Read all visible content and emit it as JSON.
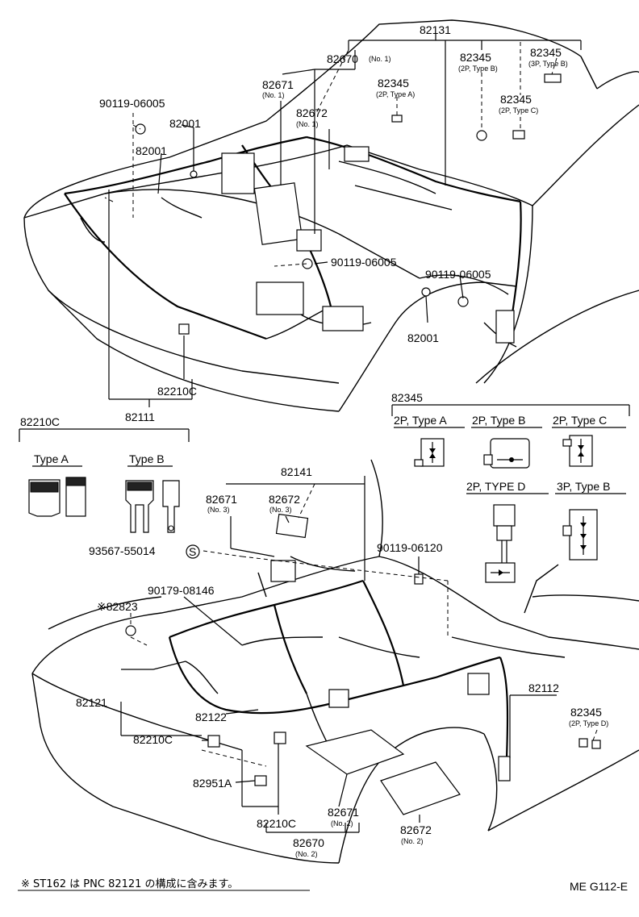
{
  "labels": {
    "p82131": "82131",
    "p82670_1": "82670",
    "p82670_1_sub": "(No. 1)",
    "p82345_top_a": "82345",
    "p82345_top_a_sub": "(2P, Type B)",
    "p82345_top_b": "82345",
    "p82345_top_b_sub": "(3P, Type B)",
    "p82671_1": "82671",
    "p82671_1_sub": "(No. 1)",
    "p82345_2a": "82345",
    "p82345_2a_sub": "(2P, Type A)",
    "p82345_2c": "82345",
    "p82345_2c_sub": "(2P, Type C)",
    "p90119_a": "90119-06005",
    "p82672_1": "82672",
    "p82672_1_sub": "(No. 1)",
    "p82001_a": "82001",
    "p82001_b": "82001",
    "p90119_b": "90119-06005",
    "p90119_c": "90119-06005",
    "p82001_c": "82001",
    "p82210c_top": "82210C",
    "p82111": "82111",
    "p82210c_box": "82210C",
    "typeA": "Type A",
    "typeB": "Type B",
    "p82345_box": "82345",
    "box_2pA": "2P, Type A",
    "box_2pB": "2P, Type B",
    "box_2pC": "2P, Type C",
    "box_2pD": "2P, TYPE D",
    "box_3pB": "3P, Type B",
    "p82141": "82141",
    "p82671_3": "82671",
    "p82671_3_sub": "(No. 3)",
    "p82672_3": "82672",
    "p82672_3_sub": "(No. 3)",
    "p93567": "93567-55014",
    "s_mark": "S",
    "p90119_06120": "90119-06120",
    "p90179": "90179-08146",
    "p82823": "※82823",
    "p82112": "82112",
    "p82345_d": "82345",
    "p82345_d_sub": "(2P, Type D)",
    "p82121": "82121",
    "p82122": "82122",
    "p82210c_mid": "82210C",
    "p82951a": "82951A",
    "p82210c_bot": "82210C",
    "p82671_2": "82671",
    "p82671_2_sub": "(No. 2)",
    "p82670_2": "82670",
    "p82670_2_sub": "(No. 2)",
    "p82672_2": "82672",
    "p82672_2_sub": "(No. 2)"
  },
  "footer": {
    "note": "※ ST162 は PNC 82121 の構成に含みます。",
    "code": "ME G112-E"
  }
}
